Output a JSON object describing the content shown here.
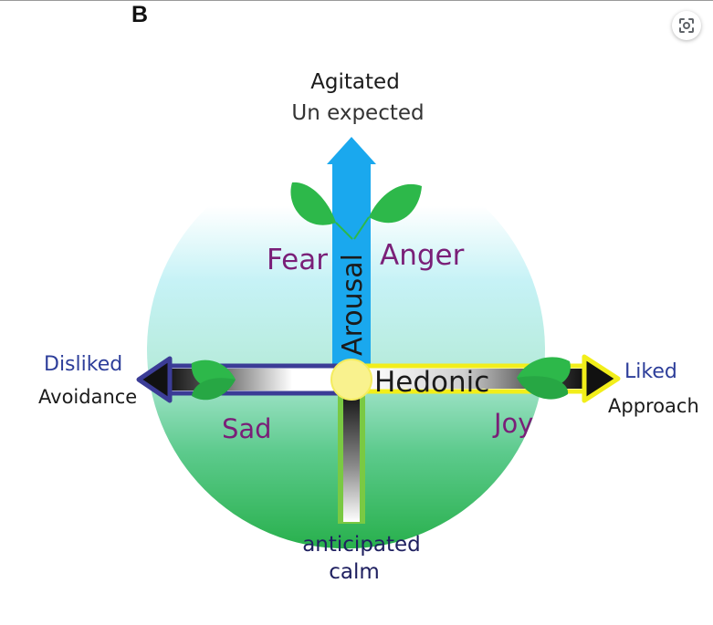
{
  "panel_label": "B",
  "icons": {
    "lens": "google-lens-icon",
    "leaf": "leaf-icon"
  },
  "axes": {
    "vertical": {
      "name": "Arousal",
      "top": [
        "Agitated",
        "Un expected"
      ],
      "bottom": [
        "anticipated",
        "calm"
      ]
    },
    "horizontal": {
      "name": "Hedonic",
      "left": [
        "Disliked",
        "Avoidance"
      ],
      "right": [
        "Liked",
        "Approach"
      ]
    }
  },
  "emotions": {
    "top_left": "Fear",
    "top_right": "Anger",
    "bottom_left": "Sad",
    "bottom_right": "Joy"
  },
  "colors": {
    "arousal_arrow": "#1aa8ee",
    "leaf": "#2db84a",
    "emotion_text": "#7a1f78",
    "disliked_text": "#2d3e9a",
    "left_arrow_border": "#3b3c96",
    "right_arrow_border": "#f2ee1a",
    "center_circle": "#f9f28e"
  }
}
